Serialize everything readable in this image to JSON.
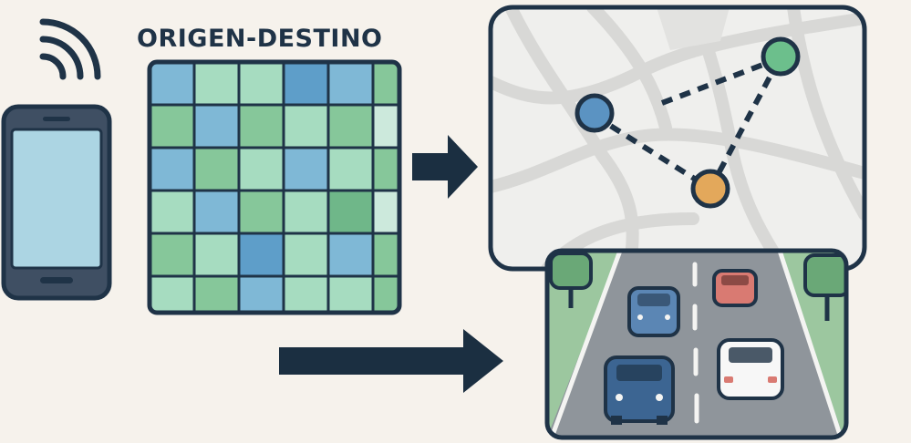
{
  "title": "ORIGEN-DESTINO",
  "colors": {
    "background": "#f6f2ec",
    "outline": "#1f3347",
    "arrow": "#1b2f41",
    "phone_screen": "#acd5e3",
    "phone_body": "#3f4f63",
    "grid_cell_palette": [
      "#7fb8d6",
      "#a6dcc0",
      "#86c79a",
      "#5e9ec9",
      "#6fb789",
      "#cce9dc"
    ],
    "node_blue": "#5b93c2",
    "node_green": "#6cbf8c",
    "node_orange": "#e3a85b",
    "map_background": "#efefed",
    "map_streets": "#d8d8d6",
    "road": "#8f959b",
    "grass": "#9cc79f",
    "tree": "#6aa877",
    "car_blue": "#5b86b4",
    "car_dark_blue": "#3c6592",
    "car_red": "#d97a72",
    "car_white": "#f7f7f7"
  },
  "icons": {
    "phone": "smartphone-icon",
    "signal": "wifi-signal-icon",
    "matrix": "od-matrix-grid",
    "map": "network-map-icon",
    "road": "highway-traffic-icon"
  },
  "od_matrix": {
    "rows": 6,
    "cols": 6,
    "cell_color_index": [
      [
        0,
        1,
        1,
        3,
        0,
        2
      ],
      [
        2,
        0,
        2,
        1,
        2,
        5
      ],
      [
        0,
        2,
        1,
        0,
        1,
        2
      ],
      [
        1,
        0,
        2,
        1,
        4,
        5
      ],
      [
        2,
        1,
        3,
        1,
        0,
        2
      ],
      [
        1,
        2,
        0,
        1,
        1,
        2
      ]
    ]
  },
  "network_nodes": [
    {
      "id": "node-blue",
      "color": "node_blue"
    },
    {
      "id": "node-green",
      "color": "node_green"
    },
    {
      "id": "node-orange",
      "color": "node_orange"
    }
  ],
  "network_links": [
    [
      "node-blue",
      "node-orange"
    ],
    [
      "node-orange",
      "node-green"
    ],
    [
      "node-green",
      "node-blue"
    ]
  ]
}
